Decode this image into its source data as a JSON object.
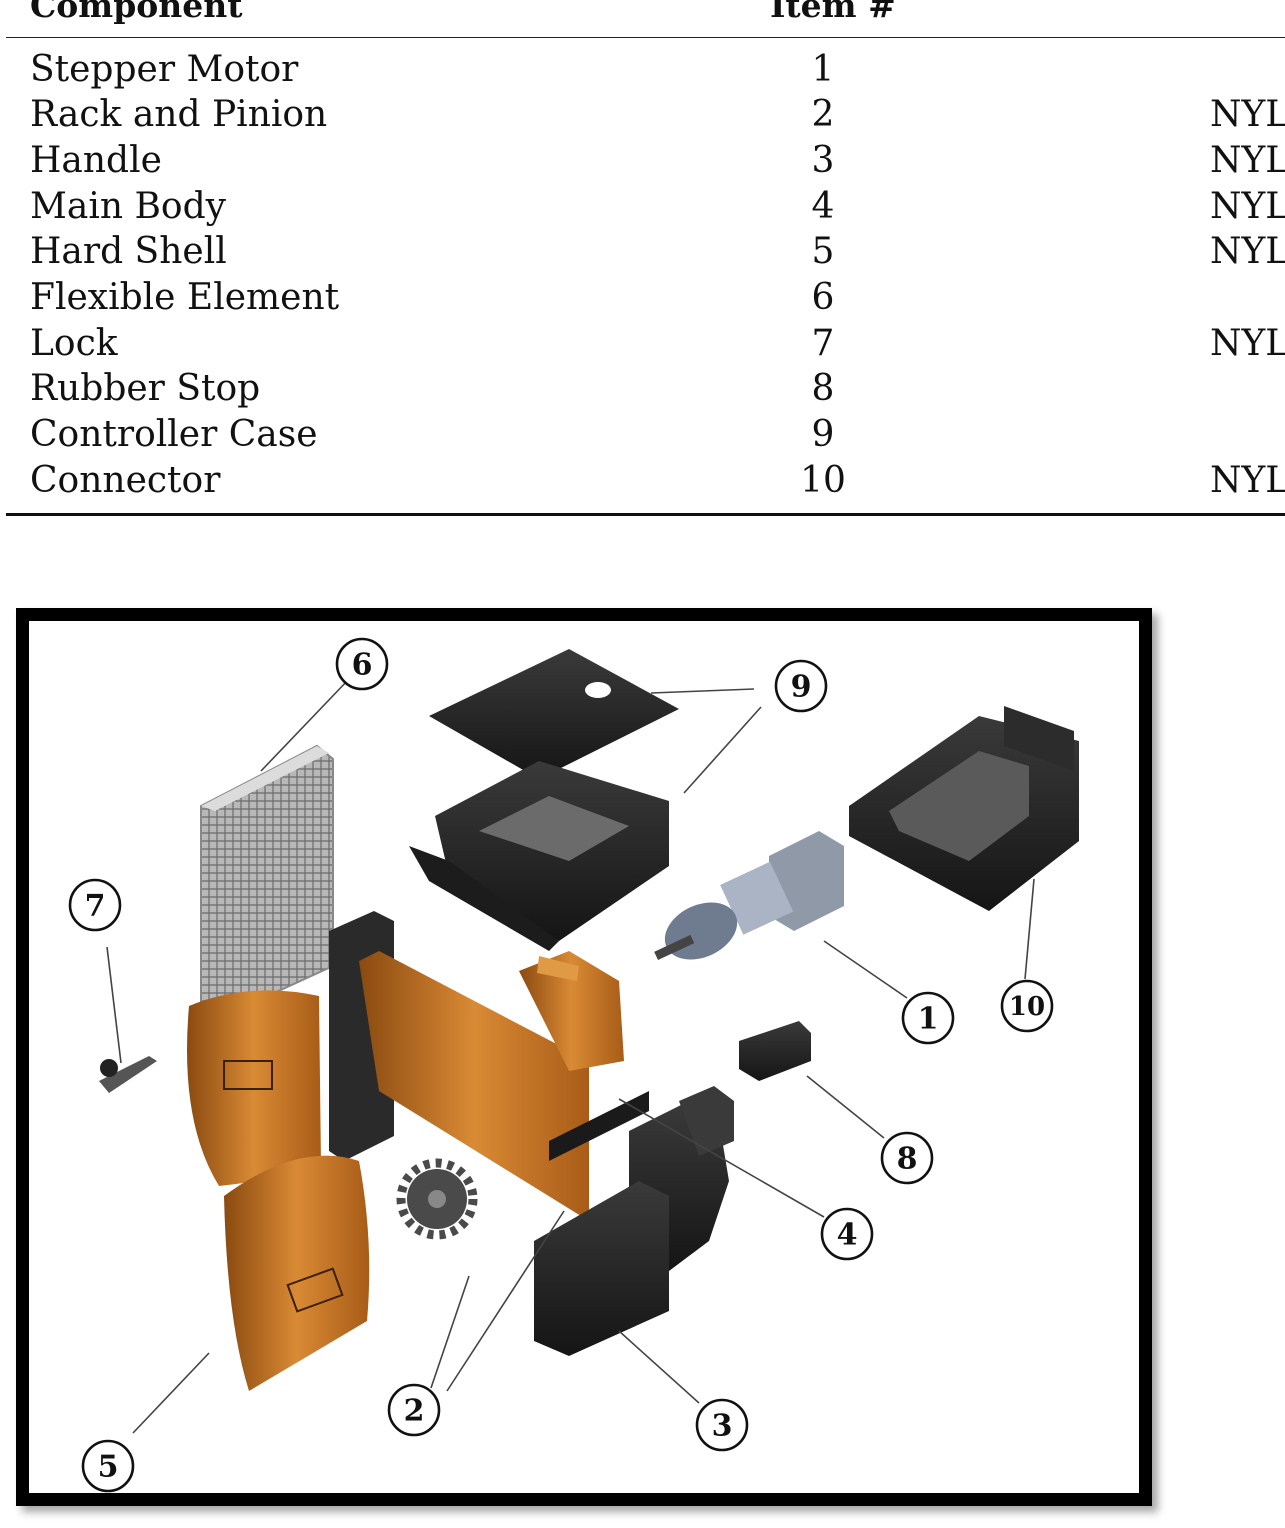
{
  "table": {
    "headers": {
      "component": "Component",
      "item": "Item #"
    },
    "rows": [
      {
        "component": "Stepper Motor",
        "item": "1",
        "material": ""
      },
      {
        "component": "Rack and Pinion",
        "item": "2",
        "material": "NYL"
      },
      {
        "component": "Handle",
        "item": "3",
        "material": "NYL"
      },
      {
        "component": "Main Body",
        "item": "4",
        "material": "NYL"
      },
      {
        "component": "Hard Shell",
        "item": "5",
        "material": "NYL"
      },
      {
        "component": "Flexible Element",
        "item": "6",
        "material": ""
      },
      {
        "component": "Lock",
        "item": "7",
        "material": "NYL"
      },
      {
        "component": "Rubber Stop",
        "item": "8",
        "material": ""
      },
      {
        "component": "Controller Case",
        "item": "9",
        "material": ""
      },
      {
        "component": "Connector",
        "item": "10",
        "material": "NYL"
      }
    ]
  },
  "figure": {
    "callouts": [
      "1",
      "2",
      "3",
      "4",
      "5",
      "6",
      "7",
      "8",
      "9",
      "10"
    ],
    "colors": {
      "orange": "#c7721e",
      "dark": "#232323",
      "grey": "#9a9a9a"
    }
  }
}
